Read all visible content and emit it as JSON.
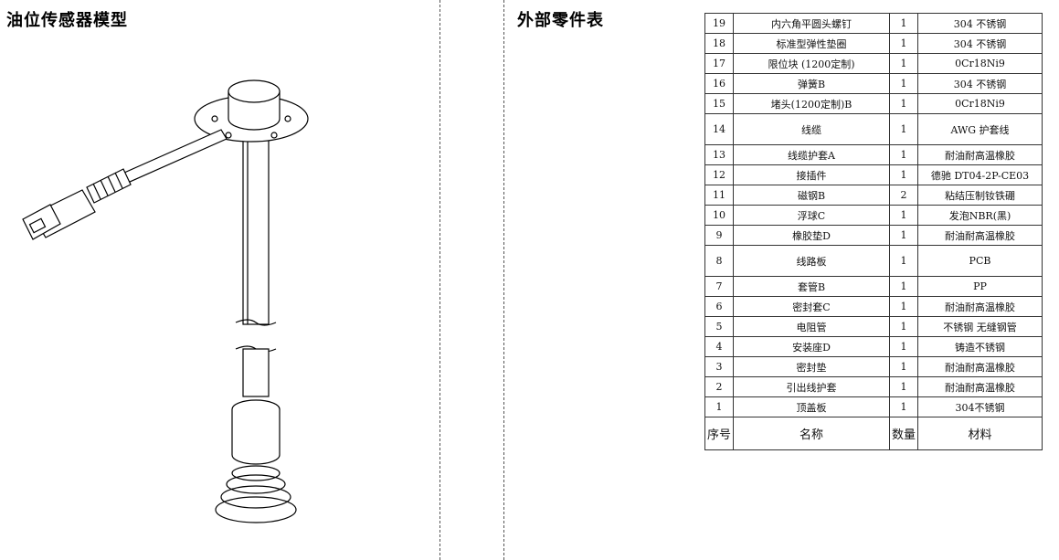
{
  "left_heading": "油位传感器模型",
  "right_heading": "外部零件表",
  "table": {
    "header": {
      "no": "序号",
      "name": "名称",
      "qty": "数量",
      "material": "材料"
    },
    "rows": [
      {
        "no": "19",
        "name": "内六角平圆头螺钉",
        "qty": "1",
        "material": "304 不锈钢"
      },
      {
        "no": "18",
        "name": "标准型弹性垫圈",
        "qty": "1",
        "material": "304 不锈钢"
      },
      {
        "no": "17",
        "name": "限位块 (1200定制)",
        "qty": "1",
        "material": "0Cr18Ni9"
      },
      {
        "no": "16",
        "name": "弹簧B",
        "qty": "1",
        "material": "304 不锈钢"
      },
      {
        "no": "15",
        "name": "堵头(1200定制)B",
        "qty": "1",
        "material": "0Cr18Ni9"
      },
      {
        "no": "14",
        "name": "线缆",
        "qty": "1",
        "material": "AWG 护套线"
      },
      {
        "no": "13",
        "name": "线缆护套A",
        "qty": "1",
        "material": "耐油耐高温橡胶"
      },
      {
        "no": "12",
        "name": "接插件",
        "qty": "1",
        "material": "德驰 DT04-2P-CE03"
      },
      {
        "no": "11",
        "name": "磁钢B",
        "qty": "2",
        "material": "粘结压制钕铁硼"
      },
      {
        "no": "10",
        "name": "浮球C",
        "qty": "1",
        "material": "发泡NBR(黑)"
      },
      {
        "no": "9",
        "name": "橡胶垫D",
        "qty": "1",
        "material": "耐油耐高温橡胶"
      },
      {
        "no": "8",
        "name": "线路板",
        "qty": "1",
        "material": "PCB"
      },
      {
        "no": "7",
        "name": "套管B",
        "qty": "1",
        "material": "PP"
      },
      {
        "no": "6",
        "name": "密封套C",
        "qty": "1",
        "material": "耐油耐高温橡胶"
      },
      {
        "no": "5",
        "name": "电阻管",
        "qty": "1",
        "material": "不锈钢 无缝钢管"
      },
      {
        "no": "4",
        "name": "安装座D",
        "qty": "1",
        "material": "铸造不锈钢"
      },
      {
        "no": "3",
        "name": "密封垫",
        "qty": "1",
        "material": "耐油耐高温橡胶"
      },
      {
        "no": "2",
        "name": "引出线护套",
        "qty": "1",
        "material": "耐油耐高温橡胶"
      },
      {
        "no": "1",
        "name": "顶盖板",
        "qty": "1",
        "material": "304不锈钢"
      }
    ]
  }
}
